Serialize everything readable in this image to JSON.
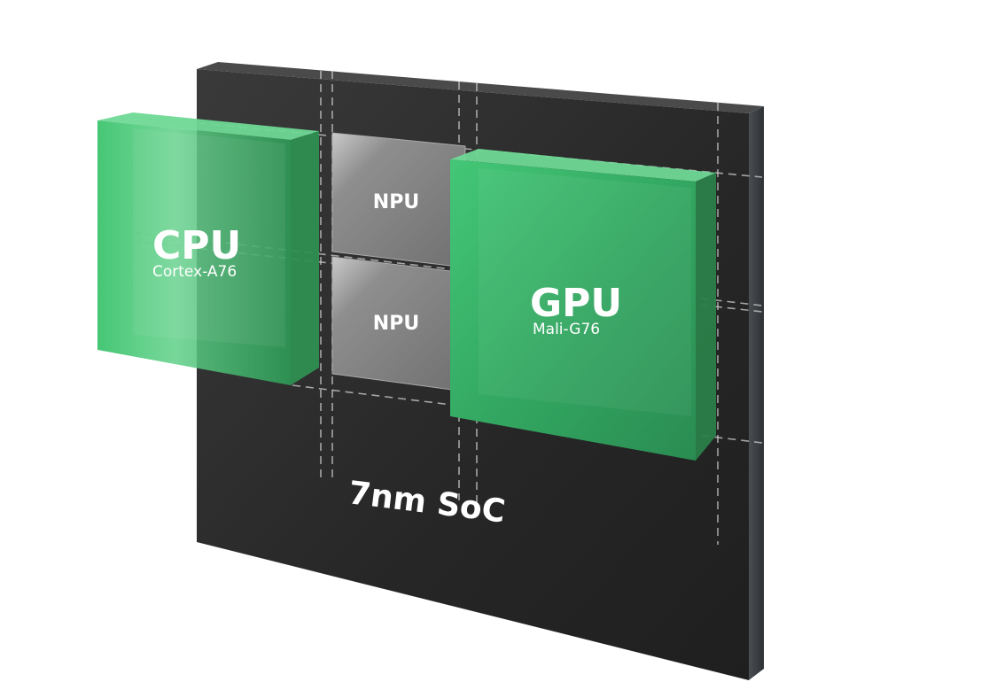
{
  "chip": {
    "label": "7nm SoC",
    "color": "#2b2b2b"
  },
  "cpu": {
    "title": "CPU",
    "subtitle": "Cortex-A76",
    "color": "#3cc46e"
  },
  "gpu": {
    "title": "GPU",
    "subtitle": "Mali-G76",
    "color": "#3cc46e"
  },
  "npu_blocks": [
    {
      "label": "NPU"
    },
    {
      "label": "NPU"
    }
  ],
  "colors": {
    "npu": "#8a8a8a",
    "accent_green": "#3cc46e"
  }
}
